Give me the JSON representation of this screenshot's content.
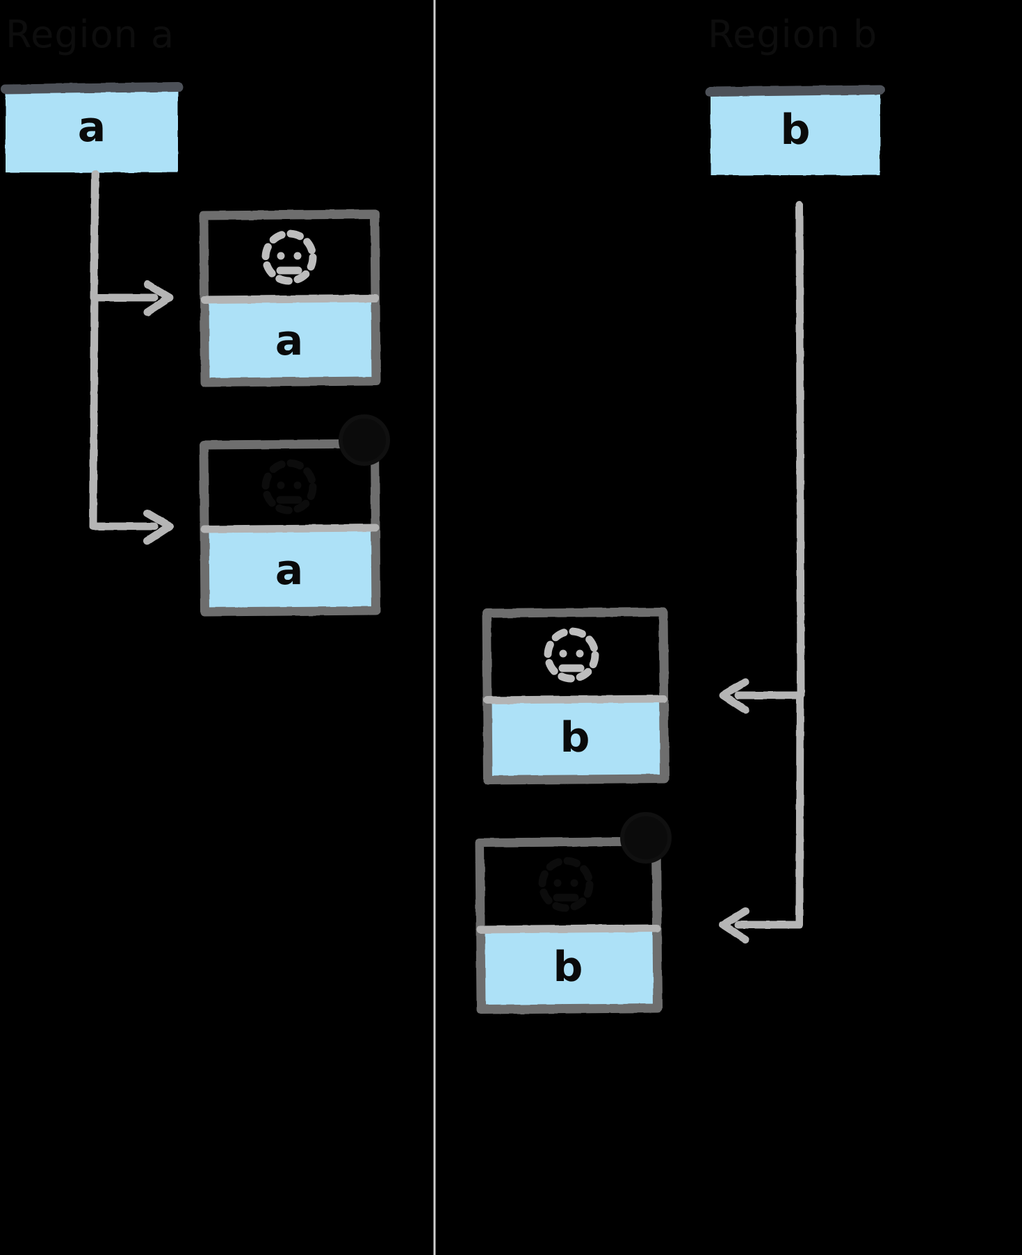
{
  "diagram": {
    "style": "hand-drawn",
    "background_color": "#000000",
    "accent_color": "#ade1f7",
    "stroke_color": "#6e6e6e",
    "arrow_color": "#b5b5b5",
    "divider_color": "#cfcfcf",
    "title_color": "#111111",
    "type": "architecture-flow",
    "orientation": "two-column-mirrored"
  },
  "columns": {
    "left": {
      "header": "Region a",
      "source": {
        "label": "a",
        "name": "source-box-a"
      },
      "targets": [
        {
          "label": "a",
          "icon": "dashed-user-icon",
          "badge": "",
          "name": "instance-box-a-1"
        },
        {
          "label": "a",
          "icon": "dashed-user-icon",
          "badge": "",
          "name": "instance-box-a-2"
        }
      ]
    },
    "right": {
      "header": "Region b",
      "source": {
        "label": "b",
        "name": "source-box-b"
      },
      "targets": [
        {
          "label": "b",
          "icon": "dashed-user-icon",
          "badge": "",
          "name": "instance-box-b-1"
        },
        {
          "label": "b",
          "icon": "dashed-user-icon",
          "badge": "",
          "name": "instance-box-b-2"
        }
      ]
    }
  },
  "divider": {
    "name": "vertical-divider",
    "orientation": "vertical",
    "style": "solid-light"
  },
  "connectors": [
    {
      "name": "connector-a-1",
      "from": "source-box-a",
      "to": "instance-box-a-1",
      "direction": "right"
    },
    {
      "name": "connector-a-2",
      "from": "source-box-a",
      "to": "instance-box-a-2",
      "direction": "right"
    },
    {
      "name": "connector-b-1",
      "from": "source-box-b",
      "to": "instance-box-b-1",
      "direction": "left"
    },
    {
      "name": "connector-b-2",
      "from": "source-box-b",
      "to": "instance-box-b-2",
      "direction": "left"
    }
  ]
}
